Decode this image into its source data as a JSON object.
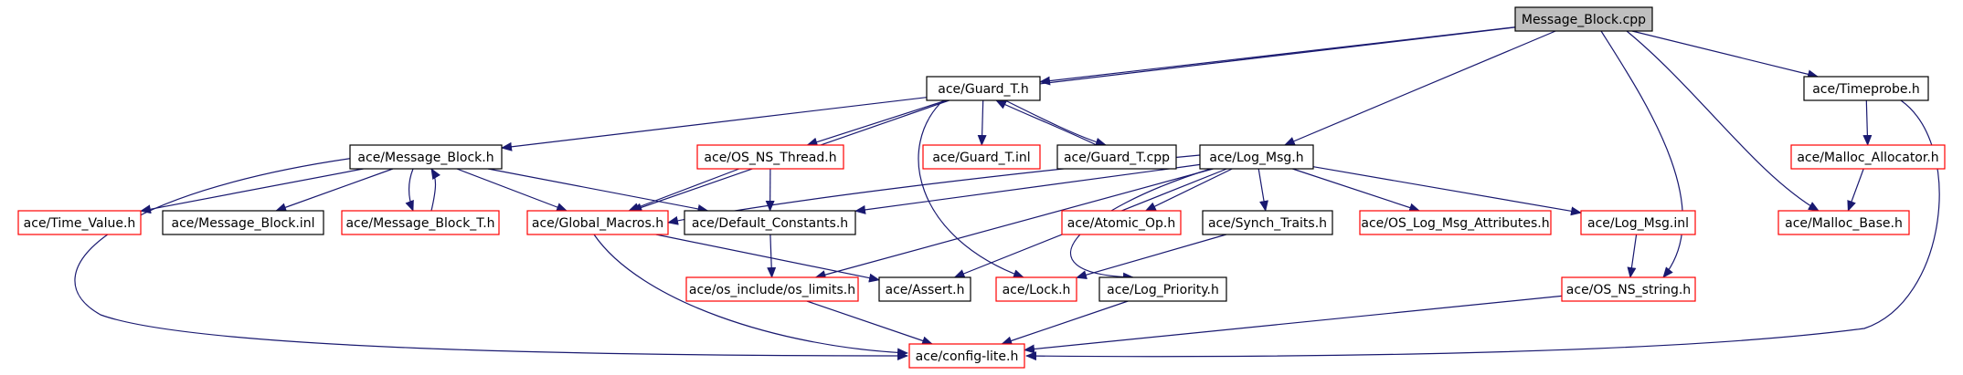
{
  "colors": {
    "edge": "#191970",
    "normal_border": "#000000",
    "missing_border": "#ff0000",
    "root_fill": "#bfbfbf",
    "fill": "#ffffff"
  },
  "nodes": [
    {
      "id": "message_block_cpp",
      "label": "Message_Block.cpp",
      "style": "root"
    },
    {
      "id": "guard_t_h",
      "label": "ace/Guard_T.h",
      "style": "normal"
    },
    {
      "id": "timeprobe_h",
      "label": "ace/Timeprobe.h",
      "style": "normal"
    },
    {
      "id": "message_block_h",
      "label": "ace/Message_Block.h",
      "style": "normal"
    },
    {
      "id": "os_ns_thread_h",
      "label": "ace/OS_NS_Thread.h",
      "style": "missing"
    },
    {
      "id": "guard_t_inl",
      "label": "ace/Guard_T.inl",
      "style": "missing"
    },
    {
      "id": "guard_t_cpp",
      "label": "ace/Guard_T.cpp",
      "style": "normal"
    },
    {
      "id": "log_msg_h",
      "label": "ace/Log_Msg.h",
      "style": "normal"
    },
    {
      "id": "malloc_allocator_h",
      "label": "ace/Malloc_Allocator.h",
      "style": "missing"
    },
    {
      "id": "time_value_h",
      "label": "ace/Time_Value.h",
      "style": "missing"
    },
    {
      "id": "message_block_inl",
      "label": "ace/Message_Block.inl",
      "style": "normal"
    },
    {
      "id": "message_block_t_h",
      "label": "ace/Message_Block_T.h",
      "style": "missing"
    },
    {
      "id": "global_macros_h",
      "label": "ace/Global_Macros.h",
      "style": "missing"
    },
    {
      "id": "default_constants_h",
      "label": "ace/Default_Constants.h",
      "style": "normal"
    },
    {
      "id": "atomic_op_h",
      "label": "ace/Atomic_Op.h",
      "style": "missing"
    },
    {
      "id": "synch_traits_h",
      "label": "ace/Synch_Traits.h",
      "style": "normal"
    },
    {
      "id": "os_log_msg_attributes_h",
      "label": "ace/OS_Log_Msg_Attributes.h",
      "style": "missing"
    },
    {
      "id": "log_msg_inl",
      "label": "ace/Log_Msg.inl",
      "style": "missing"
    },
    {
      "id": "malloc_base_h",
      "label": "ace/Malloc_Base.h",
      "style": "missing"
    },
    {
      "id": "os_limits_h",
      "label": "ace/os_include/os_limits.h",
      "style": "missing"
    },
    {
      "id": "assert_h",
      "label": "ace/Assert.h",
      "style": "normal"
    },
    {
      "id": "lock_h",
      "label": "ace/Lock.h",
      "style": "missing"
    },
    {
      "id": "log_priority_h",
      "label": "ace/Log_Priority.h",
      "style": "normal"
    },
    {
      "id": "os_ns_string_h",
      "label": "ace/OS_NS_string.h",
      "style": "missing"
    },
    {
      "id": "config_lite_h",
      "label": "ace/config-lite.h",
      "style": "missing"
    }
  ],
  "edges": [
    {
      "from": "message_block_cpp",
      "to": "guard_t_h"
    },
    {
      "from": "message_block_cpp",
      "to": "message_block_h"
    },
    {
      "from": "message_block_cpp",
      "to": "timeprobe_h"
    },
    {
      "from": "message_block_cpp",
      "to": "log_msg_h"
    },
    {
      "from": "message_block_cpp",
      "to": "os_ns_string_h"
    },
    {
      "from": "message_block_cpp",
      "to": "malloc_base_h"
    },
    {
      "from": "guard_t_h",
      "to": "os_ns_thread_h"
    },
    {
      "from": "guard_t_h",
      "to": "guard_t_inl"
    },
    {
      "from": "guard_t_h",
      "to": "guard_t_cpp"
    },
    {
      "from": "guard_t_cpp",
      "to": "guard_t_h"
    },
    {
      "from": "guard_t_h",
      "to": "global_macros_h"
    },
    {
      "from": "guard_t_h",
      "to": "lock_h"
    },
    {
      "from": "message_block_h",
      "to": "time_value_h"
    },
    {
      "from": "message_block_h",
      "to": "message_block_inl"
    },
    {
      "from": "message_block_h",
      "to": "message_block_t_h"
    },
    {
      "from": "message_block_t_h",
      "to": "message_block_h"
    },
    {
      "from": "message_block_h",
      "to": "global_macros_h"
    },
    {
      "from": "message_block_h",
      "to": "default_constants_h"
    },
    {
      "from": "message_block_h",
      "to": "config_lite_h"
    },
    {
      "from": "os_ns_thread_h",
      "to": "global_macros_h"
    },
    {
      "from": "os_ns_thread_h",
      "to": "default_constants_h"
    },
    {
      "from": "log_msg_h",
      "to": "global_macros_h"
    },
    {
      "from": "log_msg_h",
      "to": "default_constants_h"
    },
    {
      "from": "log_msg_h",
      "to": "atomic_op_h"
    },
    {
      "from": "log_msg_h",
      "to": "synch_traits_h"
    },
    {
      "from": "log_msg_h",
      "to": "os_log_msg_attributes_h"
    },
    {
      "from": "log_msg_h",
      "to": "log_msg_inl"
    },
    {
      "from": "log_msg_h",
      "to": "os_limits_h"
    },
    {
      "from": "log_msg_h",
      "to": "assert_h"
    },
    {
      "from": "log_msg_h",
      "to": "log_priority_h"
    },
    {
      "from": "timeprobe_h",
      "to": "malloc_allocator_h"
    },
    {
      "from": "timeprobe_h",
      "to": "config_lite_h"
    },
    {
      "from": "malloc_allocator_h",
      "to": "malloc_base_h"
    },
    {
      "from": "global_macros_h",
      "to": "assert_h"
    },
    {
      "from": "global_macros_h",
      "to": "config_lite_h"
    },
    {
      "from": "default_constants_h",
      "to": "os_limits_h"
    },
    {
      "from": "synch_traits_h",
      "to": "lock_h"
    },
    {
      "from": "log_msg_inl",
      "to": "os_ns_string_h"
    },
    {
      "from": "os_limits_h",
      "to": "config_lite_h"
    },
    {
      "from": "log_priority_h",
      "to": "config_lite_h"
    },
    {
      "from": "os_ns_string_h",
      "to": "config_lite_h"
    }
  ]
}
